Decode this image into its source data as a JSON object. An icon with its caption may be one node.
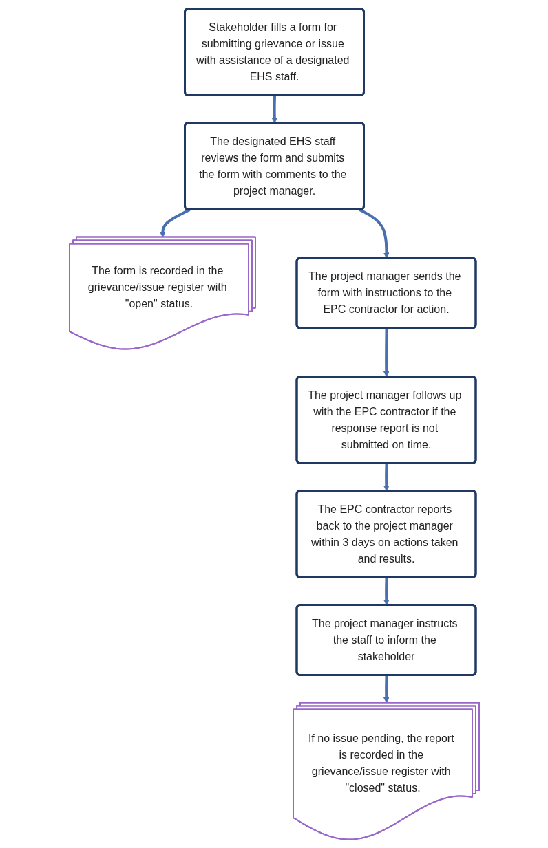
{
  "diagram": {
    "nodes": [
      {
        "text": [
          "Stakeholder fills a form for submitting grievance or issue with assistance of a designated EHS staff."
        ]
      },
      {
        "text": [
          "The designated EHS staff reviews the form and submits the form with comments to the project manager."
        ]
      },
      {
        "text": [
          "The form is recorded in the grievance/issue register with \"open\" status."
        ]
      },
      {
        "text": [
          "The project manager sends the form with instructions to the EPC contractor for action."
        ]
      },
      {
        "text": [
          "The project manager follows up with the EPC contractor if the response report is not submitted on time."
        ]
      },
      {
        "text": [
          "The EPC contractor reports back to the project manager within 3 days on actions taken and results."
        ]
      },
      {
        "text": [
          "The project manager instructs the staff to inform the stakeholder"
        ]
      },
      {
        "text": [
          "If no issue pending, the report is recorded in the grievance/issue register with \"closed\" status."
        ]
      }
    ],
    "edges": [
      {
        "from": 0,
        "to": 1,
        "arrow": "to"
      },
      {
        "from": 1,
        "to": 2,
        "arrow": "to"
      },
      {
        "from": 1,
        "to": 3,
        "arrow": "to"
      },
      {
        "from": 3,
        "to": 4,
        "arrow": "to"
      },
      {
        "from": 4,
        "to": 5,
        "arrow": "to"
      },
      {
        "from": 5,
        "to": 6,
        "arrow": "to"
      },
      {
        "from": 6,
        "to": 7,
        "arrow": "to"
      }
    ]
  }
}
